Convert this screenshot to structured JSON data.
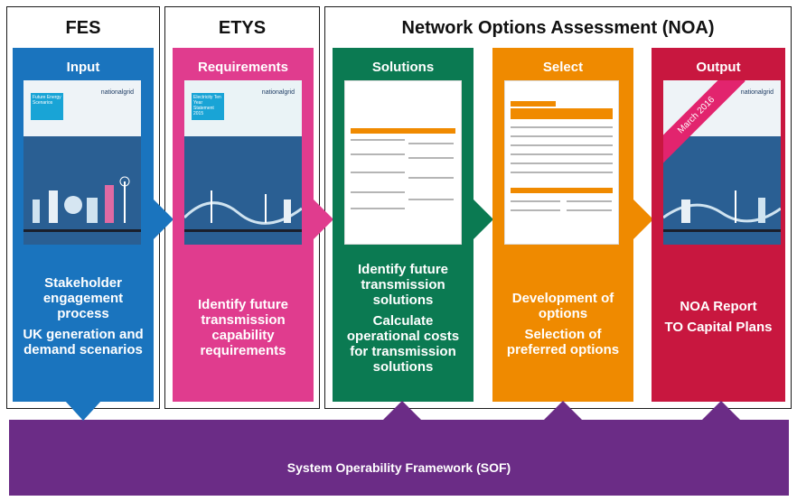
{
  "frames": {
    "fes": "FES",
    "etys": "ETYS",
    "noa": "Network Options Assessment (NOA)"
  },
  "colors": {
    "input": "#1a74be",
    "requirements": "#e03c8e",
    "solutions": "#0b7a52",
    "select": "#ef8a00",
    "output": "#c8173f",
    "sof": "#6b2c86"
  },
  "columns": {
    "input": {
      "label": "Input",
      "texts": [
        "Stakeholder engagement process",
        "UK generation and demand scenarios"
      ],
      "cover_title": "Future Energy Scenarios"
    },
    "requirements": {
      "label": "Requirements",
      "texts": [
        "Identify future transmission capability requirements"
      ],
      "cover_title": "Electricity Ten Year Statement 2015"
    },
    "solutions": {
      "label": "Solutions",
      "texts": [
        "Identify future transmission solutions",
        "Calculate operational costs for transmission solutions"
      ]
    },
    "select": {
      "label": "Select",
      "texts": [
        "Development of options",
        "Selection of preferred options"
      ]
    },
    "output": {
      "label": "Output",
      "texts": [
        "NOA Report",
        "TO Capital Plans"
      ],
      "ribbon": "March 2016"
    }
  },
  "brand": "nationalgrid",
  "sof": {
    "label": "System Operability Framework (SOF)"
  }
}
